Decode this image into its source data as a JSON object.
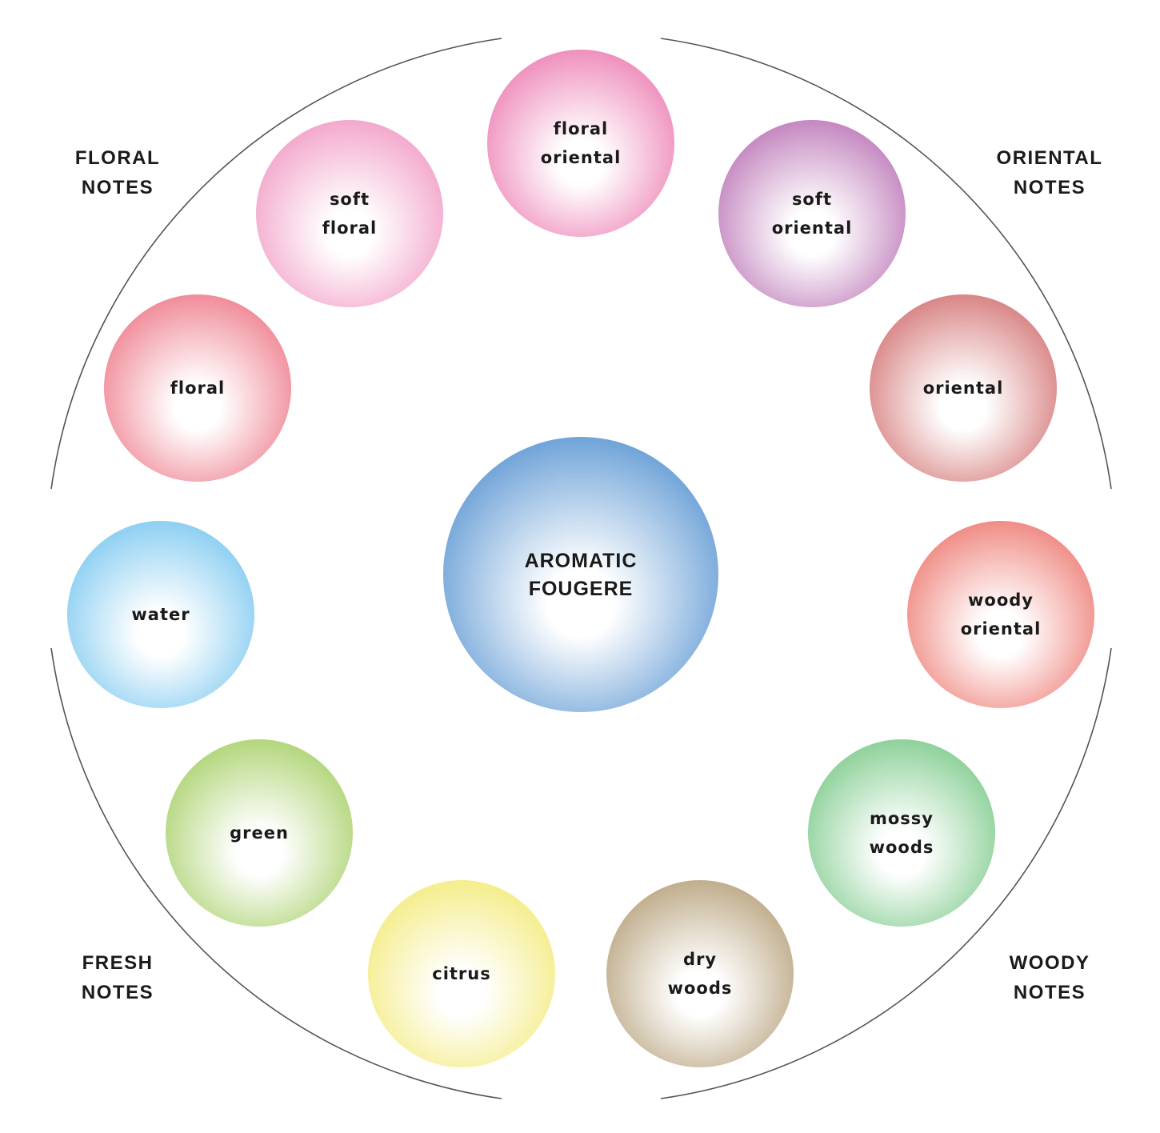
{
  "center": {
    "line1": "AROMATIC",
    "line2": "FOUGERE",
    "color": "#6fa3d8",
    "highlight": "#ffffff"
  },
  "groups": {
    "floral": {
      "line1": "FLORAL",
      "line2": "NOTES"
    },
    "oriental": {
      "line1": "ORIENTAL",
      "line2": "NOTES"
    },
    "fresh": {
      "line1": "FRESH",
      "line2": "NOTES"
    },
    "woody": {
      "line1": "WOODY",
      "line2": "NOTES"
    }
  },
  "families": [
    {
      "id": "floral-oriental",
      "lines": [
        "floral",
        "oriental"
      ],
      "color": "#ef8fbd"
    },
    {
      "id": "soft-oriental",
      "lines": [
        "soft",
        "oriental"
      ],
      "color": "#c487c0"
    },
    {
      "id": "oriental",
      "lines": [
        "oriental"
      ],
      "color": "#d98585"
    },
    {
      "id": "woody-oriental",
      "lines": [
        "woody",
        "oriental"
      ],
      "color": "#f08c85"
    },
    {
      "id": "mossy-woods",
      "lines": [
        "mossy",
        "woods"
      ],
      "color": "#8ed19a"
    },
    {
      "id": "dry-woods",
      "lines": [
        "dry",
        "woods"
      ],
      "color": "#c0ad8c"
    },
    {
      "id": "citrus",
      "lines": [
        "citrus"
      ],
      "color": "#f5ed8c"
    },
    {
      "id": "green",
      "lines": [
        "green"
      ],
      "color": "#b3d67c"
    },
    {
      "id": "water",
      "lines": [
        "water"
      ],
      "color": "#8dcff2"
    },
    {
      "id": "floral",
      "lines": [
        "floral"
      ],
      "color": "#f08c99"
    },
    {
      "id": "soft-floral",
      "lines": [
        "soft",
        "floral"
      ],
      "color": "#f3a8cc"
    }
  ]
}
